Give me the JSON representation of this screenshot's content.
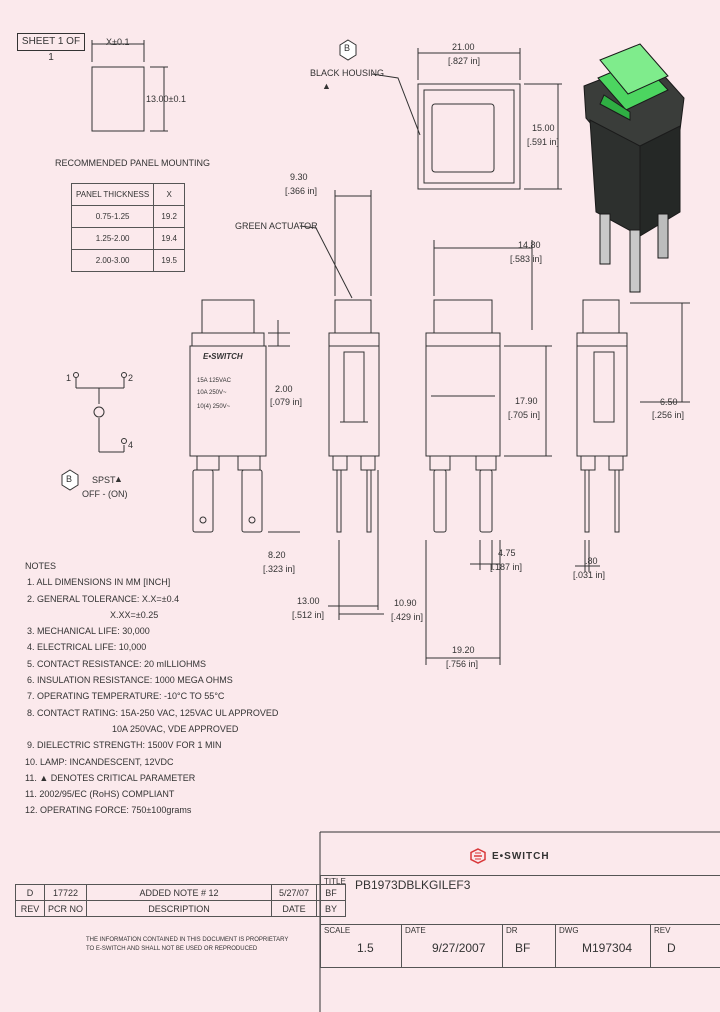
{
  "sheet": "SHEET 1 OF 1",
  "cutout": {
    "width_dim": "X±0.1",
    "height_dim": "13.00±0.1"
  },
  "panel_mounting": {
    "title": "RECOMMENDED PANEL MOUNTING",
    "header": [
      "PANEL THICKNESS",
      "X"
    ],
    "rows": [
      [
        "0.75-1.25",
        "19.2"
      ],
      [
        "1.25-2.00",
        "19.4"
      ],
      [
        "2.00-3.00",
        "19.5"
      ]
    ]
  },
  "labels": {
    "b": "B",
    "black_housing": "BLACK HOUSING",
    "green_actuator": "GREEN ACTUATOR",
    "spst": "SPST",
    "off_on": "OFF - (ON)",
    "term1": "1",
    "term2": "2",
    "term4": "4",
    "brand_small": "E•SWITCH",
    "rating1": "15A 125VAC",
    "rating2": "10A 250V~",
    "rating3": "10(4) 250V~"
  },
  "dims": {
    "d2100": "21.00",
    "d2100_in": "[.827 in]",
    "d1500": "15.00",
    "d1500_in": "[.591 in]",
    "d930": "9.30",
    "d930_in": "[.366 in]",
    "d1480": "14.80",
    "d1480_in": "[.583 in]",
    "d200": "2.00",
    "d200_in": "[.079 in]",
    "d1790": "17.90",
    "d1790_in": "[.705 in]",
    "d650": "6.50",
    "d650_in": "[.256 in]",
    "d820": "8.20",
    "d820_in": "[.323 in]",
    "d475": "4.75",
    "d475_in": "[.187 in]",
    "d080": ".80",
    "d080_in": "[.031 in]",
    "d1300": "13.00",
    "d1300_in": "[.512 in]",
    "d1090": "10.90",
    "d1090_in": "[.429 in]",
    "d1920": "19.20",
    "d1920_in": "[.756 in]"
  },
  "notes": {
    "title": "NOTES",
    "items": [
      "1. ALL DIMENSIONS IN MM [INCH]",
      "2. GENERAL TOLERANCE: X.X=±0.4",
      "X.XX=±0.25",
      "3. MECHANICAL LIFE: 30,000",
      "4. ELECTRICAL LIFE: 10,000",
      "5. CONTACT RESISTANCE: 20 mILLIOHMS",
      "6. INSULATION RESISTANCE: 1000 MEGA OHMS",
      "7. OPERATING TEMPERATURE: -10°C TO 55°C",
      "8. CONTACT RATING: 15A-250 VAC, 125VAC UL APPROVED",
      "10A 250VAC, VDE APPROVED",
      "9. DIELECTRIC STRENGTH: 1500V FOR 1 MIN",
      "10. LAMP: INCANDESCENT, 12VDC",
      "11. ▲ DENOTES CRITICAL PARAMETER",
      "11. 2002/95/EC (RoHS) COMPLIANT",
      "12. OPERATING FORCE: 750±100grams"
    ]
  },
  "revision": {
    "row": [
      "D",
      "17722",
      "ADDED NOTE # 12",
      "5/27/07",
      "BF"
    ],
    "header": [
      "REV",
      "PCR NO",
      "DESCRIPTION",
      "DATE",
      "BY"
    ],
    "disclaimer1": "THE INFORMATION CONTAINED IN THIS DOCUMENT IS PROPRIETARY",
    "disclaimer2": "TO E-SWITCH AND SHALL NOT BE USED OR REPRODUCED"
  },
  "title_block": {
    "brand": "E•SWITCH",
    "title_label": "TITLE",
    "title": "PB1973DBLKGILEF3",
    "scale_label": "SCALE",
    "scale": "1.5",
    "date_label": "DATE",
    "date": "9/27/2007",
    "dr_label": "DR",
    "dr": "BF",
    "dwg_label": "DWG",
    "dwg": "M197304",
    "rev_label": "REV",
    "rev": "D"
  },
  "colors": {
    "background": "#fbe9ec",
    "line": "#333333",
    "brand_red": "#d9383a",
    "actuator_green": "#3fbf4f"
  }
}
